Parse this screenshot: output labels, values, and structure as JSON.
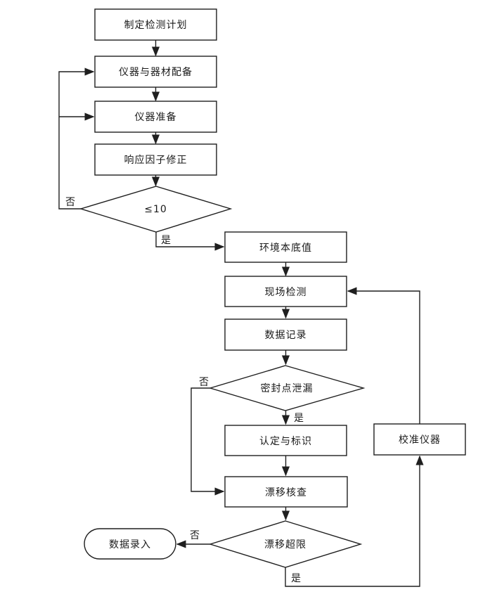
{
  "diagram": {
    "type": "flowchart",
    "language": "zh-CN",
    "colors": {
      "background": "#ffffff",
      "stroke": "#1f1f1f",
      "text": "#1a1a1a"
    },
    "nodes": {
      "plan": {
        "label": "制定检测计划",
        "shape": "process"
      },
      "equip": {
        "label": "仪器与器材配备",
        "shape": "process"
      },
      "prep": {
        "label": "仪器准备",
        "shape": "process"
      },
      "response": {
        "label": "响应因子修正",
        "shape": "process"
      },
      "le10": {
        "label": "≤10",
        "shape": "decision"
      },
      "env_bg": {
        "label": "环境本底值",
        "shape": "process"
      },
      "onsite": {
        "label": "现场检测",
        "shape": "process"
      },
      "record": {
        "label": "数据记录",
        "shape": "process"
      },
      "leak": {
        "label": "密封点泄漏",
        "shape": "decision"
      },
      "identify": {
        "label": "认定与标识",
        "shape": "process"
      },
      "drift_check": {
        "label": "漂移核查",
        "shape": "process"
      },
      "drift_over": {
        "label": "漂移超限",
        "shape": "decision"
      },
      "data_entry": {
        "label": "数据录入",
        "shape": "terminator"
      },
      "calibrate": {
        "label": "校准仪器",
        "shape": "process"
      }
    },
    "edge_labels": {
      "le10_no": "否",
      "le10_yes": "是",
      "leak_no": "否",
      "leak_yes": "是",
      "drift_no": "否",
      "drift_yes": "是"
    }
  }
}
